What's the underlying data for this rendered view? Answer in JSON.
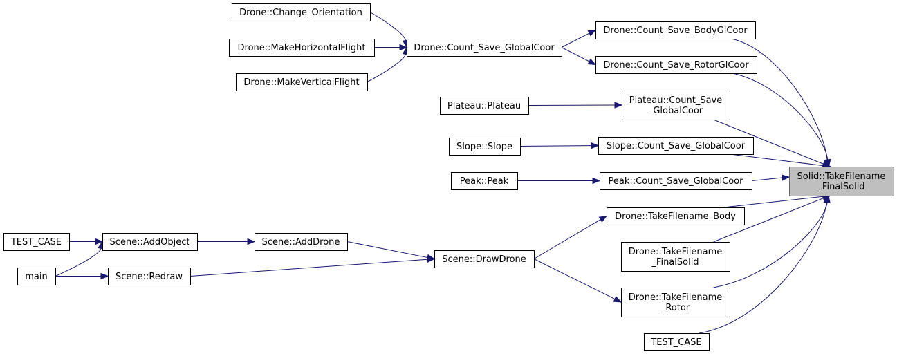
{
  "graph": {
    "focus": "solid_tfs",
    "nodes": [
      {
        "id": "solid_tfs",
        "lines": [
          "Solid::TakeFilename",
          "_FinalSolid"
        ],
        "focus": true
      },
      {
        "id": "d_csbody",
        "lines": [
          "Drone::Count_Save_BodyGlCoor"
        ]
      },
      {
        "id": "d_csrotor",
        "lines": [
          "Drone::Count_Save_RotorGlCoor"
        ]
      },
      {
        "id": "plateau_csg",
        "lines": [
          "Plateau::Count_Save",
          "_GlobalCoor"
        ]
      },
      {
        "id": "slope_csg",
        "lines": [
          "Slope::Count_Save_GlobalCoor"
        ]
      },
      {
        "id": "peak_csg",
        "lines": [
          "Peak::Count_Save_GlobalCoor"
        ]
      },
      {
        "id": "d_tf_body",
        "lines": [
          "Drone::TakeFilename_Body"
        ]
      },
      {
        "id": "d_tf_finalsolid",
        "lines": [
          "Drone::TakeFilename",
          "_FinalSolid"
        ]
      },
      {
        "id": "d_tf_rotor",
        "lines": [
          "Drone::TakeFilename",
          "_Rotor"
        ]
      },
      {
        "id": "test_case_r",
        "lines": [
          "TEST_CASE"
        ]
      },
      {
        "id": "d_csglobal",
        "lines": [
          "Drone::Count_Save_GlobalCoor"
        ]
      },
      {
        "id": "d_change_orient",
        "lines": [
          "Drone::Change_Orientation"
        ]
      },
      {
        "id": "d_makehoriz",
        "lines": [
          "Drone::MakeHorizontalFlight"
        ]
      },
      {
        "id": "d_makevert",
        "lines": [
          "Drone::MakeVerticalFlight"
        ]
      },
      {
        "id": "plateau_ctor",
        "lines": [
          "Plateau::Plateau"
        ]
      },
      {
        "id": "slope_ctor",
        "lines": [
          "Slope::Slope"
        ]
      },
      {
        "id": "peak_ctor",
        "lines": [
          "Peak::Peak"
        ]
      },
      {
        "id": "scene_drawdrone",
        "lines": [
          "Scene::DrawDrone"
        ]
      },
      {
        "id": "scene_adddrone",
        "lines": [
          "Scene::AddDrone"
        ]
      },
      {
        "id": "scene_addobject",
        "lines": [
          "Scene::AddObject"
        ]
      },
      {
        "id": "scene_redraw",
        "lines": [
          "Scene::Redraw"
        ]
      },
      {
        "id": "test_case_l",
        "lines": [
          "TEST_CASE"
        ]
      },
      {
        "id": "main_fn",
        "lines": [
          "main"
        ]
      }
    ],
    "edges": [
      {
        "from": "d_csbody",
        "to": "solid_tfs"
      },
      {
        "from": "d_csrotor",
        "to": "solid_tfs"
      },
      {
        "from": "plateau_csg",
        "to": "solid_tfs"
      },
      {
        "from": "slope_csg",
        "to": "solid_tfs"
      },
      {
        "from": "peak_csg",
        "to": "solid_tfs"
      },
      {
        "from": "d_tf_body",
        "to": "solid_tfs"
      },
      {
        "from": "d_tf_finalsolid",
        "to": "solid_tfs"
      },
      {
        "from": "d_tf_rotor",
        "to": "solid_tfs"
      },
      {
        "from": "test_case_r",
        "to": "solid_tfs"
      },
      {
        "from": "d_csglobal",
        "to": "d_csbody"
      },
      {
        "from": "d_csglobal",
        "to": "d_csrotor"
      },
      {
        "from": "d_change_orient",
        "to": "d_csglobal"
      },
      {
        "from": "d_makehoriz",
        "to": "d_csglobal"
      },
      {
        "from": "d_makevert",
        "to": "d_csglobal"
      },
      {
        "from": "plateau_ctor",
        "to": "plateau_csg"
      },
      {
        "from": "slope_ctor",
        "to": "slope_csg"
      },
      {
        "from": "peak_ctor",
        "to": "peak_csg"
      },
      {
        "from": "scene_drawdrone",
        "to": "d_tf_body"
      },
      {
        "from": "scene_drawdrone",
        "to": "d_tf_rotor"
      },
      {
        "from": "scene_adddrone",
        "to": "scene_drawdrone"
      },
      {
        "from": "scene_redraw",
        "to": "scene_drawdrone"
      },
      {
        "from": "scene_addobject",
        "to": "scene_adddrone"
      },
      {
        "from": "test_case_l",
        "to": "scene_addobject"
      },
      {
        "from": "main_fn",
        "to": "scene_addobject"
      },
      {
        "from": "main_fn",
        "to": "scene_redraw"
      }
    ]
  }
}
